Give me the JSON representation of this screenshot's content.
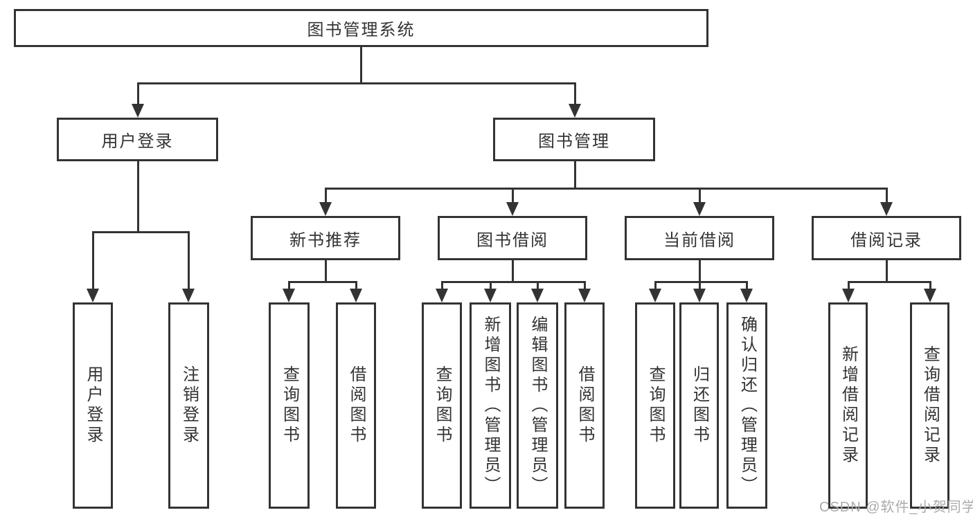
{
  "tree": {
    "root": {
      "label": "图书管理系统"
    },
    "branches": [
      {
        "label": "用户登录",
        "children": [
          {
            "label": "用户登录"
          },
          {
            "label": "注销登录"
          }
        ]
      },
      {
        "label": "图书管理",
        "children": [
          {
            "label": "新书推荐",
            "children": [
              {
                "label": "查询图书"
              },
              {
                "label": "借阅图书"
              }
            ]
          },
          {
            "label": "图书借阅",
            "children": [
              {
                "label": "查询图书"
              },
              {
                "label": "新增图书（管理员）"
              },
              {
                "label": "编辑图书（管理员）"
              },
              {
                "label": "借阅图书"
              }
            ]
          },
          {
            "label": "当前借阅",
            "children": [
              {
                "label": "查询图书"
              },
              {
                "label": "归还图书"
              },
              {
                "label": "确认归还（管理员）"
              }
            ]
          },
          {
            "label": "借阅记录",
            "children": [
              {
                "label": "新增借阅记录"
              },
              {
                "label": "查询借阅记录"
              }
            ]
          }
        ]
      }
    ]
  },
  "watermark": "CSDN @软件_小贺同学",
  "colors": {
    "line": "#333333",
    "text": "#333333",
    "watermark": "#ababab",
    "background": "#ffffff"
  }
}
